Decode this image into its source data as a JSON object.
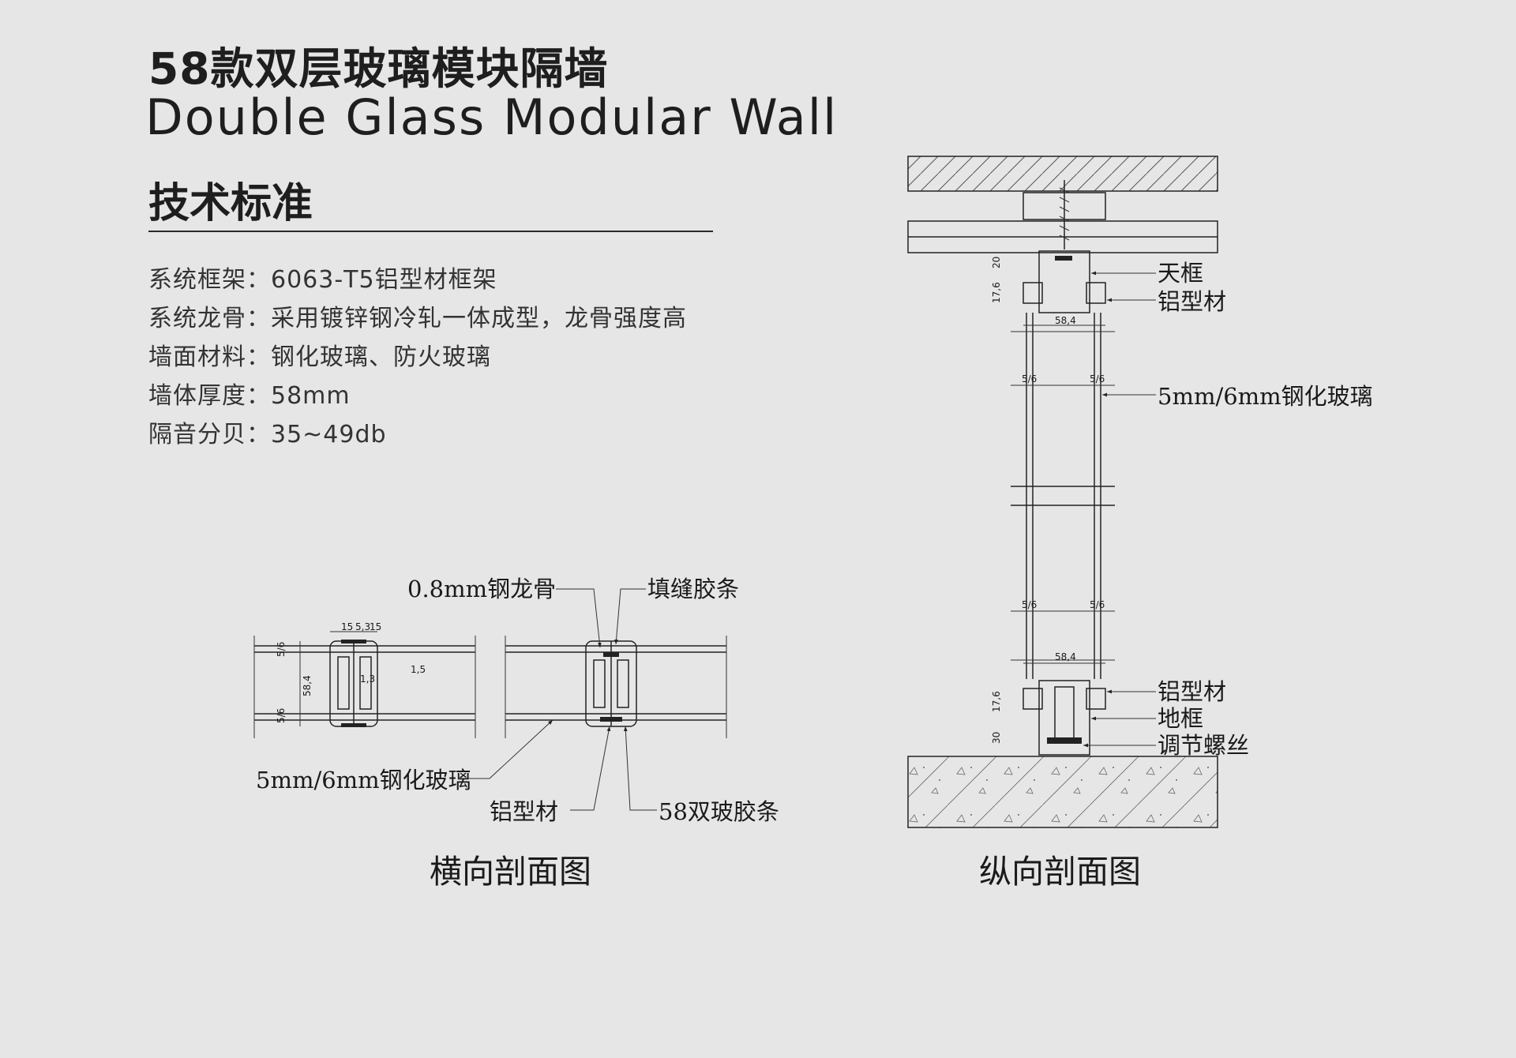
{
  "header": {
    "title_cn": "58款双层玻璃模块隔墙",
    "title_en": "Double Glass Modular Wall",
    "section": "技术标准"
  },
  "specs": [
    {
      "label": "系统框架：",
      "value": "6063-T5铝型材框架"
    },
    {
      "label": "系统龙骨：",
      "value": "采用镀锌钢冷轧一体成型，龙骨强度高"
    },
    {
      "label": "墙面材料：",
      "value": "钢化玻璃、防火玻璃"
    },
    {
      "label": "墙体厚度：",
      "value": "58mm"
    },
    {
      "label": "隔音分贝：",
      "value": "35~49db"
    }
  ],
  "horizontal_section": {
    "caption": "横向剖面图",
    "labels": {
      "steel_keel": "0.8mm钢龙骨",
      "filler_strip": "填缝胶条",
      "glass": "5mm/6mm钢化玻璃",
      "aluminum": "铝型材",
      "double_glass_strip": "58双玻胶条"
    },
    "dims": {
      "top": "15",
      "mid": "5,3",
      "top2": "15",
      "glass_a": "5/6",
      "glass_b": "5/6",
      "width": "58,4",
      "gap": "1,5",
      "inner": "1,3"
    }
  },
  "vertical_section": {
    "caption": "纵向剖面图",
    "labels": {
      "top_frame": "天框",
      "aluminum_top": "铝型材",
      "glass": "5mm/6mm钢化玻璃",
      "aluminum_bottom": "铝型材",
      "floor_frame": "地框",
      "adjust_screw": "调节螺丝"
    },
    "dims": {
      "top_20": "20",
      "top_176": "17,6",
      "width_top": "58,4",
      "glass_1": "5/6",
      "glass_2": "5/6",
      "glass_3": "5/6",
      "glass_4": "5/6",
      "width_bottom": "58,4",
      "bot_176": "17,6",
      "bot_30": "30"
    }
  }
}
